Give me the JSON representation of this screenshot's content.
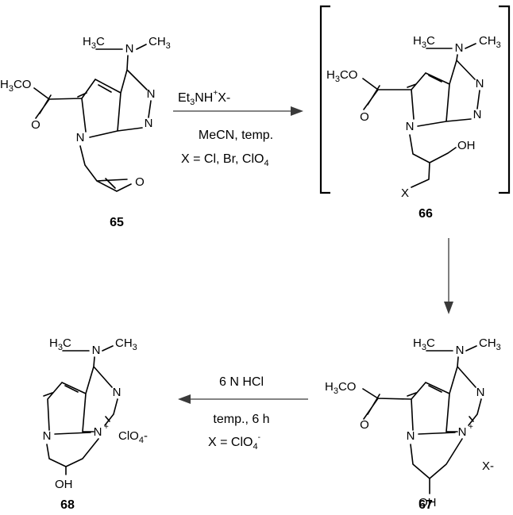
{
  "compounds": {
    "c65": {
      "number": "65",
      "nme2": [
        "H",
        "3",
        "C",
        "N",
        "CH",
        "3"
      ],
      "ester": [
        "H",
        "3",
        "CO"
      ],
      "carbonyl_o": "O",
      "n_top": "N",
      "n_bottom": "N",
      "n_pyrrole": "N",
      "epoxide_o": "O"
    },
    "c66": {
      "number": "66",
      "nme2": [
        "H",
        "3",
        "C",
        "N",
        "CH",
        "3"
      ],
      "ester": [
        "H",
        "3",
        "CO"
      ],
      "carbonyl_o": "O",
      "n_top": "N",
      "n_bottom": "N",
      "n_pyrrole": "N",
      "oh": "OH",
      "x": "X"
    },
    "c67": {
      "number": "67",
      "nme2": [
        "H",
        "3",
        "C",
        "N",
        "CH",
        "3"
      ],
      "ester": [
        "H",
        "3",
        "CO"
      ],
      "carbonyl_o": "O",
      "n_top": "N",
      "n_plus": "N",
      "plus": "+",
      "n_pyrrole": "N",
      "oh": "OH",
      "counterion": "X-"
    },
    "c68": {
      "number": "68",
      "nme2": [
        "H",
        "3",
        "C",
        "N",
        "CH",
        "3"
      ],
      "n_top": "N",
      "n_plus": "N",
      "plus": "+",
      "n_pyrrole": "N",
      "oh": "OH",
      "counterion": [
        "ClO",
        "4",
        "-"
      ]
    }
  },
  "reactions": {
    "step1": {
      "reagent": [
        "Et",
        "3",
        "NH",
        "+",
        "X-"
      ],
      "solvent": "MeCN, temp.",
      "x_values": [
        "X = Cl, Br, ClO",
        "4"
      ]
    },
    "step3": {
      "reagent": "6 N HCl",
      "time": "temp., 6 h",
      "x_values": [
        "X = ClO",
        "4",
        "-"
      ]
    }
  }
}
